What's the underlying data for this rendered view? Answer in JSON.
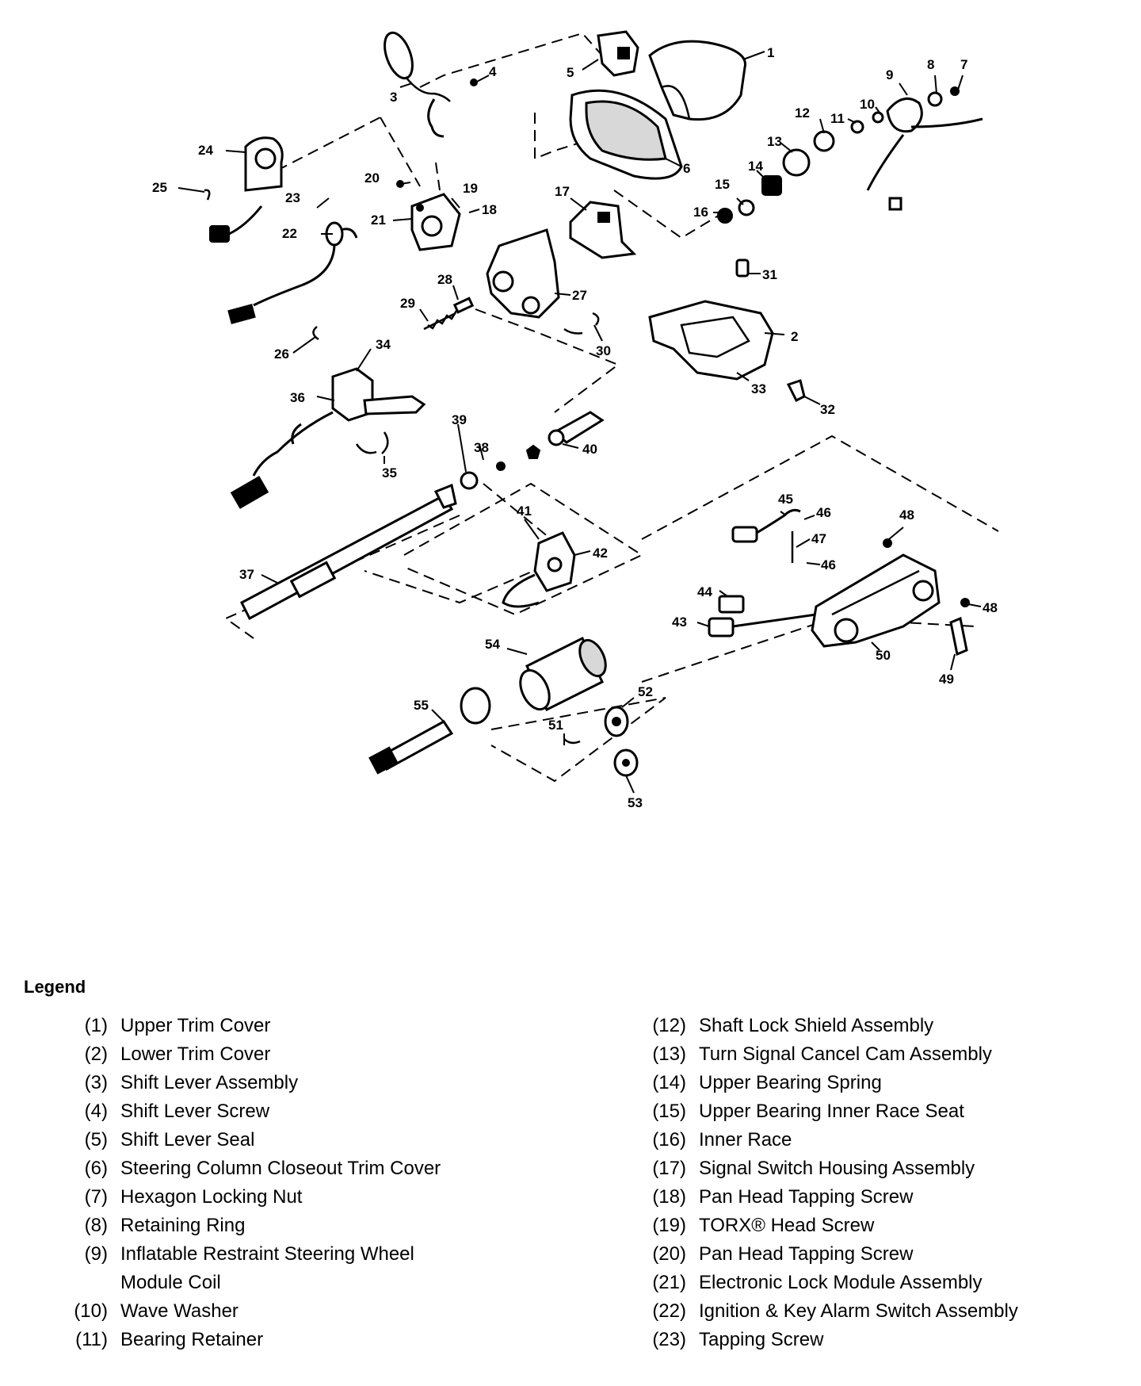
{
  "diagram": {
    "callouts": [
      {
        "id": "1",
        "label": "1"
      },
      {
        "id": "2",
        "label": "2"
      },
      {
        "id": "3",
        "label": "3"
      },
      {
        "id": "4",
        "label": "4"
      },
      {
        "id": "5",
        "label": "5"
      },
      {
        "id": "6",
        "label": "6"
      },
      {
        "id": "7",
        "label": "7"
      },
      {
        "id": "8",
        "label": "8"
      },
      {
        "id": "9",
        "label": "9"
      },
      {
        "id": "10",
        "label": "10"
      },
      {
        "id": "11",
        "label": "11"
      },
      {
        "id": "12",
        "label": "12"
      },
      {
        "id": "13",
        "label": "13"
      },
      {
        "id": "14",
        "label": "14"
      },
      {
        "id": "15",
        "label": "15"
      },
      {
        "id": "16",
        "label": "16"
      },
      {
        "id": "17",
        "label": "17"
      },
      {
        "id": "18",
        "label": "18"
      },
      {
        "id": "19",
        "label": "19"
      },
      {
        "id": "20",
        "label": "20"
      },
      {
        "id": "21",
        "label": "21"
      },
      {
        "id": "22",
        "label": "22"
      },
      {
        "id": "23",
        "label": "23"
      },
      {
        "id": "24",
        "label": "24"
      },
      {
        "id": "25",
        "label": "25"
      },
      {
        "id": "26",
        "label": "26"
      },
      {
        "id": "27",
        "label": "27"
      },
      {
        "id": "28",
        "label": "28"
      },
      {
        "id": "29",
        "label": "29"
      },
      {
        "id": "30",
        "label": "30"
      },
      {
        "id": "31",
        "label": "31"
      },
      {
        "id": "32",
        "label": "32"
      },
      {
        "id": "33",
        "label": "33"
      },
      {
        "id": "34",
        "label": "34"
      },
      {
        "id": "35",
        "label": "35"
      },
      {
        "id": "36",
        "label": "36"
      },
      {
        "id": "37",
        "label": "37"
      },
      {
        "id": "38",
        "label": "38"
      },
      {
        "id": "39",
        "label": "39"
      },
      {
        "id": "40",
        "label": "40"
      },
      {
        "id": "41",
        "label": "41"
      },
      {
        "id": "42",
        "label": "42"
      },
      {
        "id": "43",
        "label": "43"
      },
      {
        "id": "44",
        "label": "44"
      },
      {
        "id": "45",
        "label": "45"
      },
      {
        "id": "46a",
        "label": "46"
      },
      {
        "id": "46b",
        "label": "46"
      },
      {
        "id": "47",
        "label": "47"
      },
      {
        "id": "48a",
        "label": "48"
      },
      {
        "id": "48b",
        "label": "48"
      },
      {
        "id": "49",
        "label": "49"
      },
      {
        "id": "50",
        "label": "50"
      },
      {
        "id": "51",
        "label": "51"
      },
      {
        "id": "52",
        "label": "52"
      },
      {
        "id": "53",
        "label": "53"
      },
      {
        "id": "54",
        "label": "54"
      },
      {
        "id": "55",
        "label": "55"
      }
    ]
  },
  "legend": {
    "title": "Legend",
    "left": [
      {
        "num": "(1)",
        "text": "Upper Trim Cover"
      },
      {
        "num": "(2)",
        "text": "Lower Trim Cover"
      },
      {
        "num": "(3)",
        "text": "Shift Lever Assembly"
      },
      {
        "num": "(4)",
        "text": "Shift Lever Screw"
      },
      {
        "num": "(5)",
        "text": "Shift Lever Seal"
      },
      {
        "num": "(6)",
        "text": "Steering Column Closeout Trim Cover"
      },
      {
        "num": "(7)",
        "text": "Hexagon Locking Nut"
      },
      {
        "num": "(8)",
        "text": "Retaining Ring"
      },
      {
        "num": "(9)",
        "text": "Inflatable Restraint Steering Wheel",
        "text2": "Module Coil"
      },
      {
        "num": "(10)",
        "text": "Wave Washer"
      },
      {
        "num": "(11)",
        "text": "Bearing Retainer"
      }
    ],
    "right": [
      {
        "num": "(12)",
        "text": "Shaft Lock Shield Assembly"
      },
      {
        "num": "(13)",
        "text": "Turn Signal Cancel Cam Assembly"
      },
      {
        "num": "(14)",
        "text": "Upper Bearing Spring"
      },
      {
        "num": "(15)",
        "text": "Upper Bearing Inner Race Seat"
      },
      {
        "num": "(16)",
        "text": "Inner Race"
      },
      {
        "num": "(17)",
        "text": "Signal Switch Housing Assembly"
      },
      {
        "num": "(18)",
        "text": "Pan Head Tapping Screw"
      },
      {
        "num": "(19)",
        "text": "TORX® Head Screw"
      },
      {
        "num": "(20)",
        "text": "Pan Head Tapping Screw"
      },
      {
        "num": "(21)",
        "text": "Electronic Lock Module Assembly"
      },
      {
        "num": "(22)",
        "text": "Ignition & Key Alarm Switch Assembly"
      },
      {
        "num": "(23)",
        "text": "Tapping Screw"
      }
    ]
  }
}
